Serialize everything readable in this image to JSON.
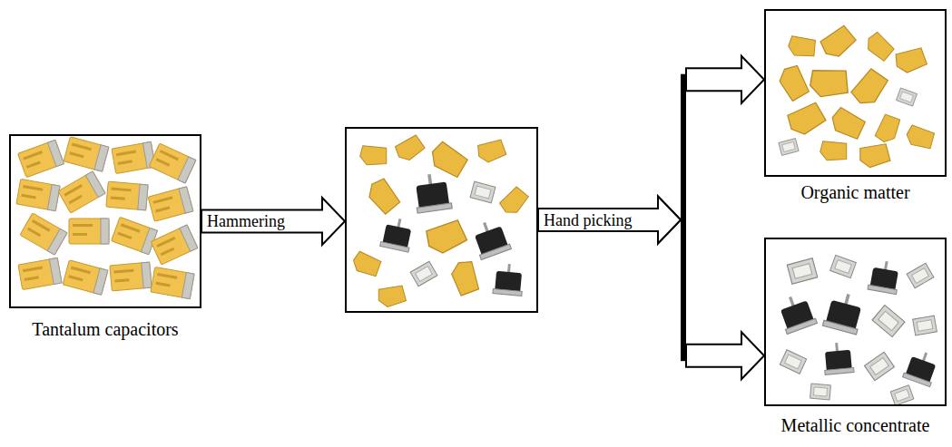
{
  "diagram": {
    "nodes": [
      {
        "text": [
          "Tantalum capacitors"
        ]
      },
      {
        "text": []
      },
      {
        "text": [
          "Organic matter"
        ]
      },
      {
        "text": [
          "Metallic concentrate"
        ]
      }
    ],
    "edges": [
      {
        "from": 0,
        "to": 1,
        "arrow": "to",
        "label": "Hammering"
      },
      {
        "from": 1,
        "to": 2,
        "arrow": "to",
        "label": "Hand picking"
      },
      {
        "from": 1,
        "to": 3,
        "arrow": "to"
      }
    ]
  }
}
